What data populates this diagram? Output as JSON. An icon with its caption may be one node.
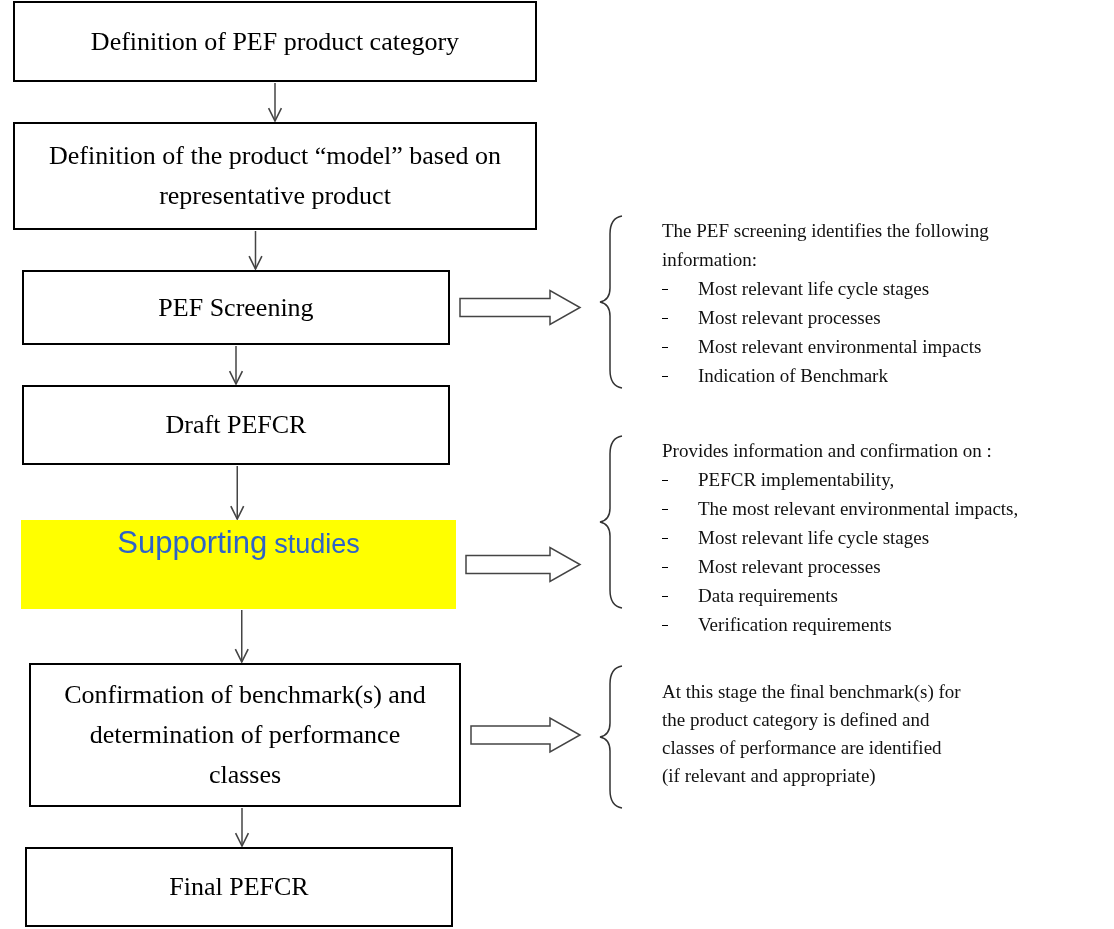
{
  "diagram": {
    "nodes": [
      {
        "text": [
          "Definition of PEF product category"
        ]
      },
      {
        "text": [
          "Definition of the product “model” based on representative product"
        ]
      },
      {
        "text": [
          "PEF Screening"
        ]
      },
      {
        "text": [
          "Draft PEFCR"
        ]
      },
      {
        "text": [
          "Supporting",
          "studies"
        ]
      },
      {
        "text": [
          "Confirmation of benchmark(s) and determination of performance classes"
        ]
      },
      {
        "text": [
          "Final PEFCR"
        ]
      },
      {
        "text": [
          "The PEF screening identifies the following information:",
          "Most relevant life cycle stages",
          "Most relevant processes",
          "Most relevant environmental impacts",
          "Indication of Benchmark"
        ]
      },
      {
        "text": [
          "Provides information and confirmation on :",
          "PEFCR implementability,",
          "The most relevant environmental impacts,",
          "Most relevant life cycle stages",
          "Most relevant processes",
          "Data requirements",
          "Verification requirements"
        ]
      },
      {
        "text": [
          "At this stage the final benchmark(s) for the product category is defined and classes of performance are identified (if relevant and appropriate)"
        ]
      }
    ],
    "edges": [
      {
        "from": 0,
        "to": 1,
        "arrow": "to"
      },
      {
        "from": 1,
        "to": 2,
        "arrow": "to"
      },
      {
        "from": 2,
        "to": 3,
        "arrow": "to"
      },
      {
        "from": 3,
        "to": 4,
        "arrow": "to"
      },
      {
        "from": 4,
        "to": 5,
        "arrow": "to"
      },
      {
        "from": 5,
        "to": 6,
        "arrow": "to"
      },
      {
        "from": 2,
        "to": 7,
        "arrow": "to",
        "style": "thick"
      },
      {
        "from": 4,
        "to": 8,
        "arrow": "to",
        "style": "thick"
      },
      {
        "from": 5,
        "to": 9,
        "arrow": "to",
        "style": "thick"
      }
    ]
  }
}
